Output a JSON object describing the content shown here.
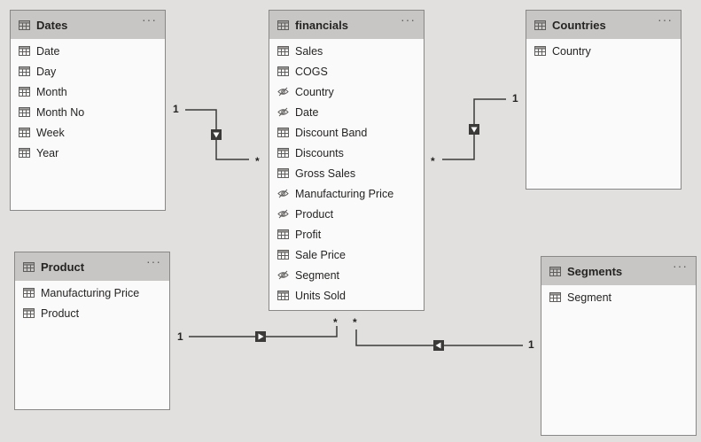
{
  "tables": {
    "dates": {
      "title": "Dates",
      "more": "···",
      "fields": [
        {
          "label": "Date",
          "icon": "table-column-icon"
        },
        {
          "label": "Day",
          "icon": "table-column-icon"
        },
        {
          "label": "Month",
          "icon": "table-column-icon"
        },
        {
          "label": "Month No",
          "icon": "table-column-icon"
        },
        {
          "label": "Week",
          "icon": "table-column-icon"
        },
        {
          "label": "Year",
          "icon": "table-column-icon"
        }
      ]
    },
    "financials": {
      "title": "financials",
      "more": "···",
      "fields": [
        {
          "label": "Sales",
          "icon": "table-column-icon"
        },
        {
          "label": "COGS",
          "icon": "table-column-icon"
        },
        {
          "label": "Country",
          "icon": "hidden-eye-icon"
        },
        {
          "label": "Date",
          "icon": "hidden-eye-icon"
        },
        {
          "label": "Discount Band",
          "icon": "table-column-icon"
        },
        {
          "label": "Discounts",
          "icon": "table-column-icon"
        },
        {
          "label": "Gross Sales",
          "icon": "table-column-icon"
        },
        {
          "label": "Manufacturing Price",
          "icon": "hidden-eye-icon"
        },
        {
          "label": "Product",
          "icon": "hidden-eye-icon"
        },
        {
          "label": "Profit",
          "icon": "table-column-icon"
        },
        {
          "label": "Sale Price",
          "icon": "table-column-icon"
        },
        {
          "label": "Segment",
          "icon": "hidden-eye-icon"
        },
        {
          "label": "Units Sold",
          "icon": "table-column-icon"
        }
      ]
    },
    "countries": {
      "title": "Countries",
      "more": "···",
      "fields": [
        {
          "label": "Country",
          "icon": "table-column-icon"
        }
      ]
    },
    "product": {
      "title": "Product",
      "more": "···",
      "fields": [
        {
          "label": "Manufacturing Price",
          "icon": "table-column-icon"
        },
        {
          "label": "Product",
          "icon": "table-column-icon"
        }
      ]
    },
    "segments": {
      "title": "Segments",
      "more": "···",
      "fields": [
        {
          "label": "Segment",
          "icon": "table-column-icon"
        }
      ]
    }
  },
  "relationships": {
    "dates_financials": {
      "one": "1",
      "many": "*"
    },
    "countries_financials": {
      "one": "1",
      "many": "*"
    },
    "product_financials": {
      "one": "1",
      "many": "*"
    },
    "segments_financials": {
      "one": "1",
      "many": "*"
    }
  },
  "colors": {
    "canvas": "#e1e0df",
    "header": "#c8c6c4",
    "line": "#3b3a39"
  }
}
